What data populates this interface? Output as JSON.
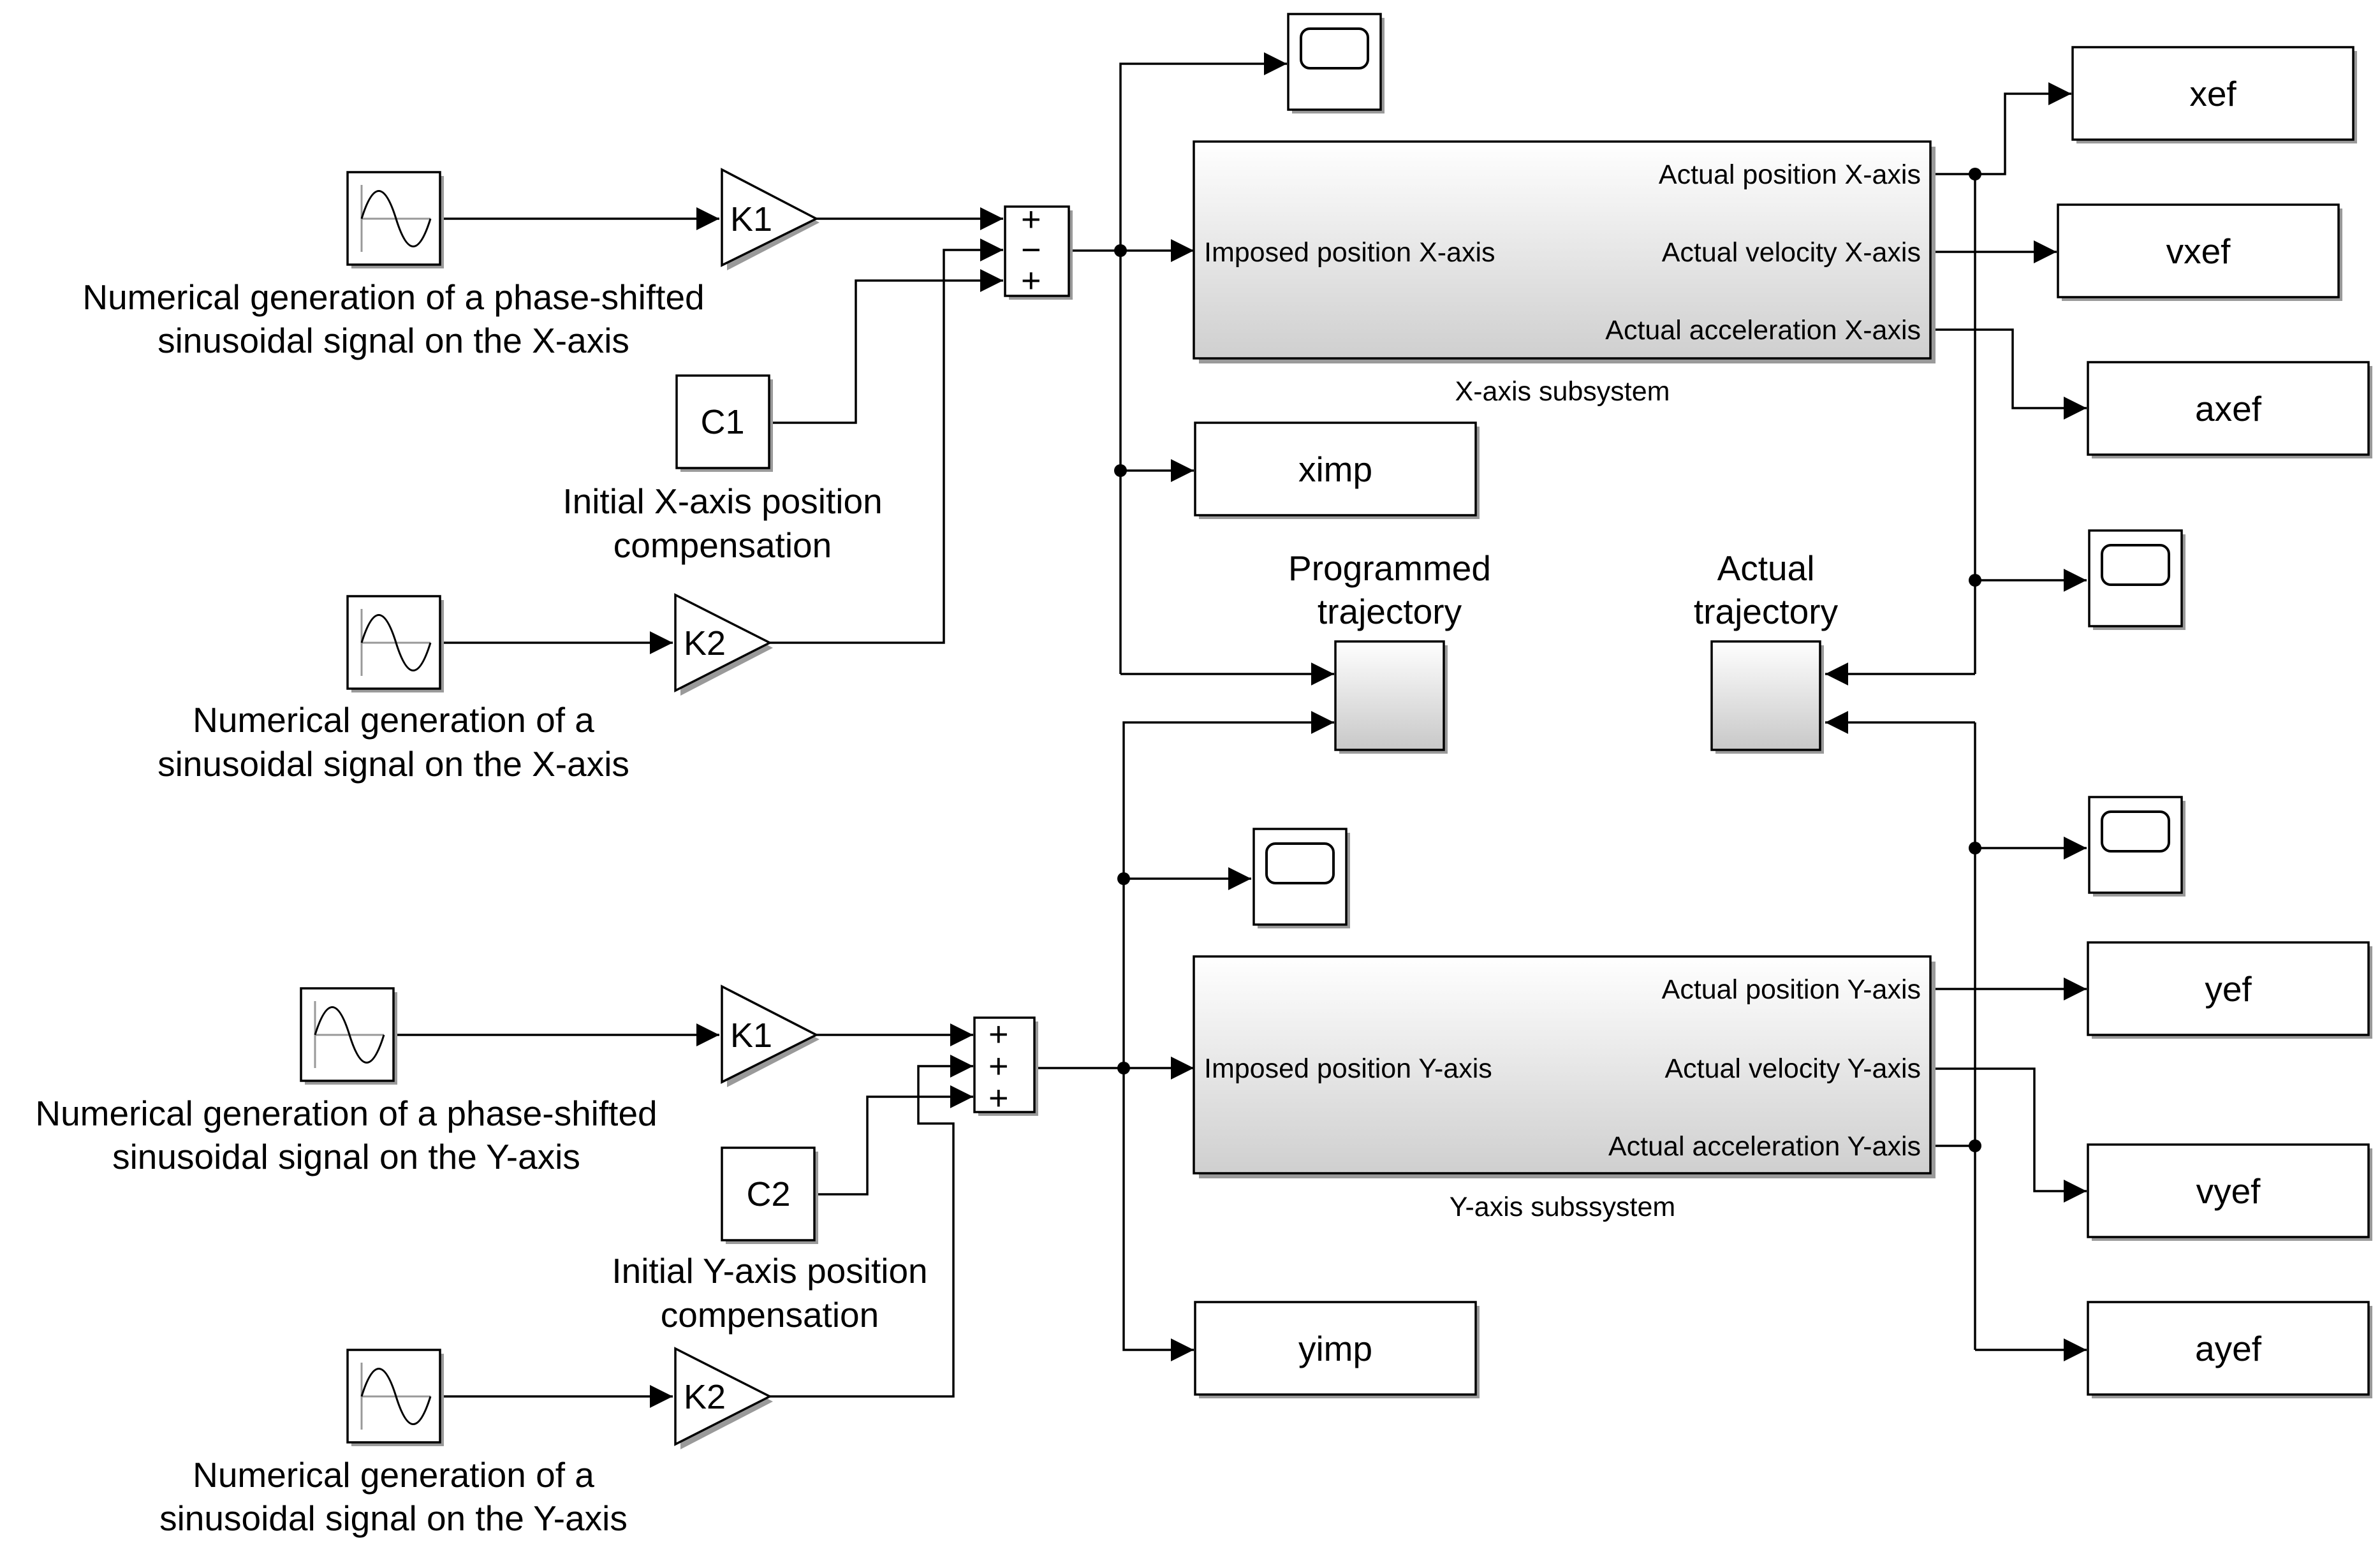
{
  "sources": {
    "x_phase": {
      "caption_line1": "Numerical generation of a phase-shifted",
      "caption_line2": "sinusoidal signal on the X-axis"
    },
    "x_sin": {
      "caption_line1": "Numerical generation of a",
      "caption_line2": "sinusoidal signal on the X-axis"
    },
    "y_phase": {
      "caption_line1": "Numerical generation of a phase-shifted",
      "caption_line2": "sinusoidal signal on the Y-axis"
    },
    "y_sin": {
      "caption_line1": "Numerical generation of a",
      "caption_line2": "sinusoidal signal on the Y-axis"
    }
  },
  "gains": {
    "x_k1": "K1",
    "x_k2": "K2",
    "y_k1": "K1",
    "y_k2": "K2"
  },
  "constants": {
    "c1": {
      "label": "C1",
      "caption_line1": "Initial X-axis position",
      "caption_line2": "compensation"
    },
    "c2": {
      "label": "C2",
      "caption_line1": "Initial Y-axis position",
      "caption_line2": "compensation"
    }
  },
  "sums": {
    "x": {
      "signs": [
        "+",
        "−",
        "+"
      ]
    },
    "y": {
      "signs": [
        "+",
        "+",
        "+"
      ]
    }
  },
  "subsystems": {
    "x": {
      "input_port": "Imposed position X-axis",
      "out1": "Actual position X-axis",
      "out2": "Actual velocity X-axis",
      "out3": "Actual acceleration X-axis",
      "caption": "X-axis subsystem"
    },
    "y": {
      "input_port": "Imposed position Y-axis",
      "out1": "Actual position Y-axis",
      "out2": "Actual velocity Y-axis",
      "out3": "Actual acceleration Y-axis",
      "caption": "Y-axis subssystem"
    }
  },
  "workspace": {
    "ximp": "ximp",
    "yimp": "yimp",
    "xef": "xef",
    "vxef": "vxef",
    "axef": "axef",
    "yef": "yef",
    "vyef": "vyef",
    "ayef": "ayef"
  },
  "plots": {
    "programmed": {
      "line1": "Programmed",
      "line2": "trajectory"
    },
    "actual": {
      "line1": "Actual",
      "line2": "trajectory"
    }
  }
}
